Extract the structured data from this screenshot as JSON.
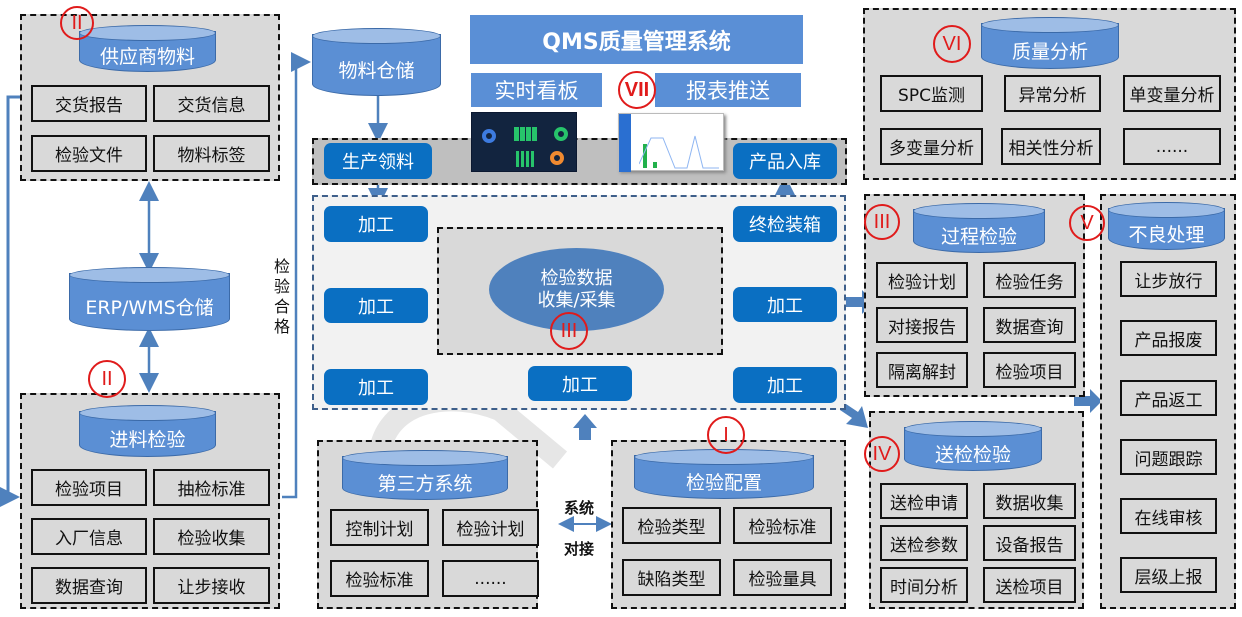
{
  "header": {
    "title": "QMS质量管理系统",
    "left_tab": "实时看板",
    "right_tab": "报表推送",
    "badge": "VII"
  },
  "supplier": {
    "badge": "II",
    "title": "供应商物料",
    "items": [
      "交货报告",
      "交货信息",
      "检验文件",
      "物料标签"
    ]
  },
  "material_storage": {
    "title": "物料仓储"
  },
  "erp": {
    "title": "ERP/WMS仓储"
  },
  "inspection_pass_label": "检验合格",
  "incoming": {
    "badge": "II",
    "title": "进料检验",
    "items": [
      "检验项目",
      "抽检标准",
      "入厂信息",
      "检验收集",
      "数据查询",
      "让步接收"
    ]
  },
  "production": {
    "pickup": "生产领料",
    "warehousing": "产品入库",
    "process_nodes": [
      "加工",
      "加工",
      "加工",
      "加工",
      "加工",
      "加工"
    ],
    "final_pack": "终检装箱",
    "center_line1": "检验数据",
    "center_line2": "收集/采集",
    "center_badge": "III"
  },
  "quality_analysis": {
    "badge": "VI",
    "title": "质量分析",
    "items": [
      "SPC监测",
      "异常分析",
      "单变量分析",
      "多变量分析",
      "相关性分析",
      "......"
    ]
  },
  "process_inspection": {
    "badge": "III",
    "title": "过程检验",
    "items": [
      "检验计划",
      "检验任务",
      "对接报告",
      "数据查询",
      "隔离解封",
      "检验项目"
    ]
  },
  "defect_handling": {
    "badge": "V",
    "title": "不良处理",
    "items": [
      "让步放行",
      "产品报废",
      "产品返工",
      "问题跟踪",
      "在线审核",
      "层级上报"
    ]
  },
  "submit_inspection": {
    "badge": "IV",
    "title": "送检检验",
    "items": [
      "送检申请",
      "数据收集",
      "送检参数",
      "设备报告",
      "时间分析",
      "送检项目"
    ]
  },
  "third_party": {
    "title": "第三方系统",
    "items": [
      "控制计划",
      "检验计划",
      "检验标准",
      "......"
    ]
  },
  "system_link": {
    "line1": "系统",
    "line2": "对接"
  },
  "inspection_config": {
    "badge": "I",
    "title": "检验配置",
    "items": [
      "检验类型",
      "检验标准",
      "缺陷类型",
      "检验量具"
    ]
  },
  "colors": {
    "accent_blue": "#5a8fd6",
    "node_blue": "#0a6fc2",
    "badge_red": "#e01b1b",
    "flow_green": "#22b14c",
    "panel_gray": "#d9d9d9"
  }
}
